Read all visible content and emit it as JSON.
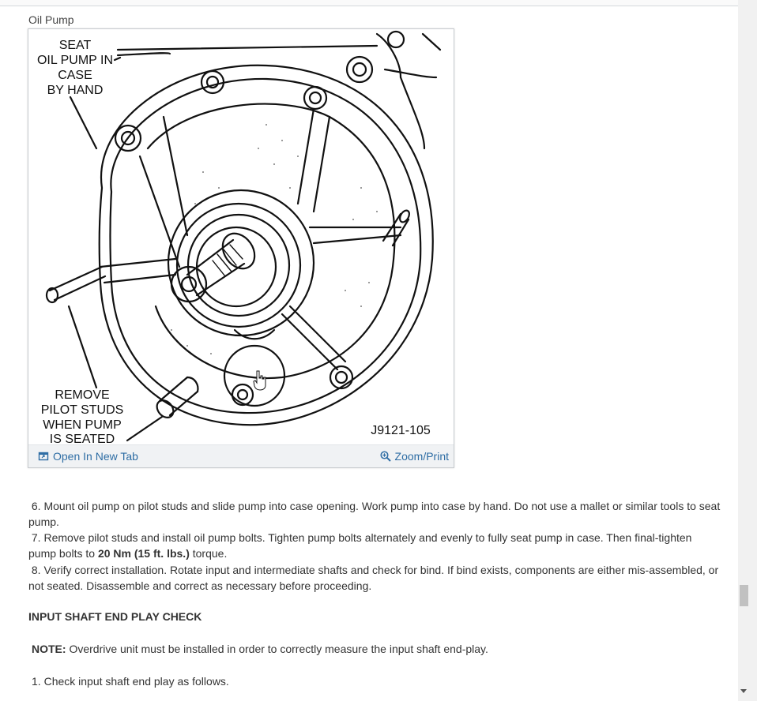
{
  "figure": {
    "caption": "Oil Pump",
    "callout_top": [
      "SEAT",
      "OIL PUMP IN",
      "CASE",
      "BY HAND"
    ],
    "callout_bottom": [
      "REMOVE",
      "PILOT STUDS",
      "WHEN PUMP",
      "IS SEATED"
    ],
    "figure_id": "J9121-105",
    "open_tab_label": "Open In New Tab",
    "zoom_label": "Zoom/Print"
  },
  "steps": [
    {
      "num": "6.",
      "text": "Mount oil pump on pilot studs and slide pump into case opening. Work pump into case by hand. Do not use a mallet or similar tools to seat pump."
    },
    {
      "num": "7.",
      "text_before": "Remove pilot studs and install oil pump bolts. Tighten pump bolts alternately and evenly to fully seat pump in case. Then final-tighten pump bolts to ",
      "torque": "20 Nm (15 ft. lbs.)",
      "text_after": " torque."
    },
    {
      "num": "8.",
      "text": "Verify correct installation. Rotate input and intermediate shafts and check for bind. If bind exists, components are either mis-assembled, or not seated. Disassemble and correct as necessary before proceeding."
    }
  ],
  "section_heading": "INPUT SHAFT END PLAY CHECK",
  "note": {
    "label": "NOTE:",
    "text": " Overdrive unit must be installed in order to correctly measure the input shaft end-play."
  },
  "step1": {
    "num": "1.",
    "text": "Check input shaft end play as follows."
  }
}
